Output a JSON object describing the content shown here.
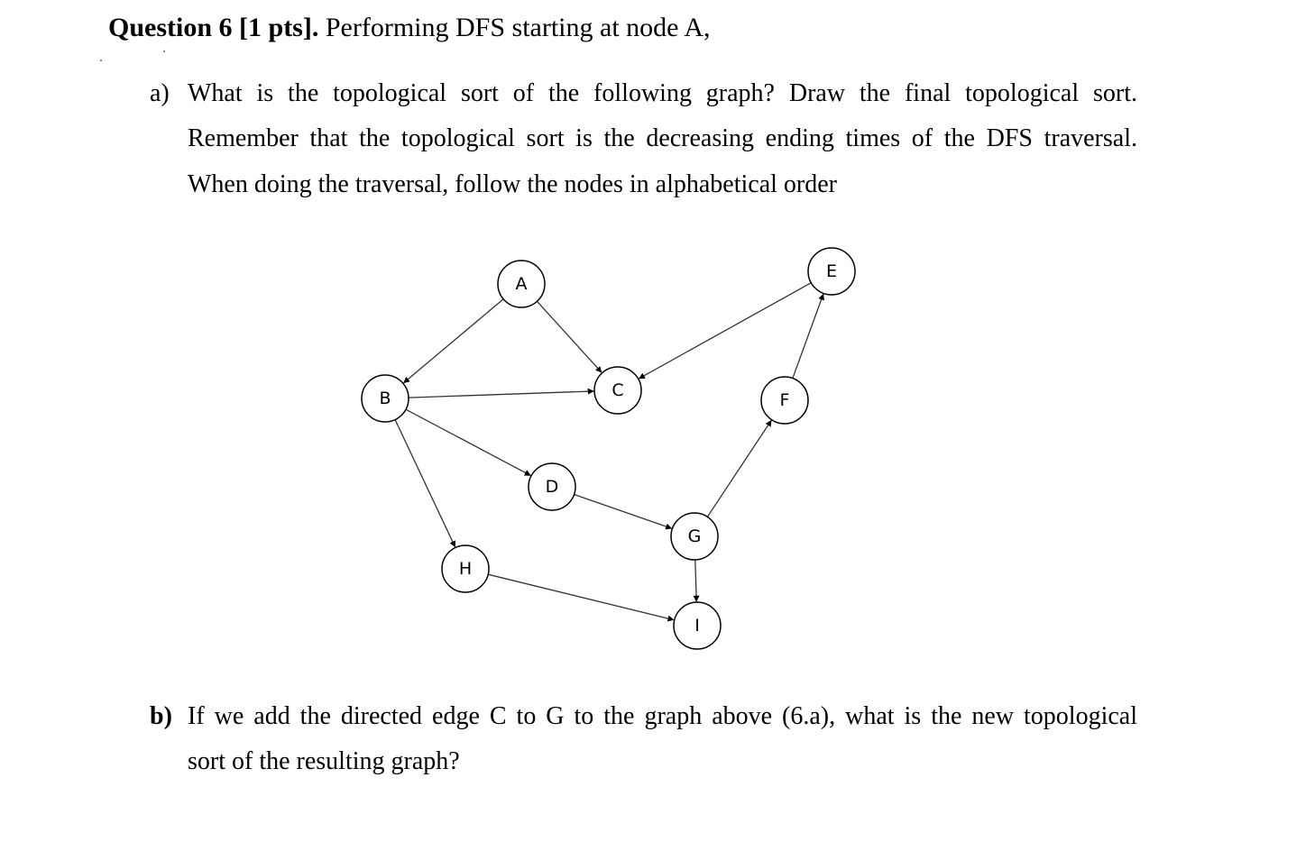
{
  "question": {
    "title_bold": "Question 6 [1 pts].",
    "title_rest": " Performing DFS starting at node A,"
  },
  "part_a": {
    "marker": "a)",
    "lines": [
      "What is the topological sort of the following graph? Draw the final topological sort.",
      "Remember that the topological sort is the decreasing ending times of the DFS traversal.",
      "When doing the traversal, follow the nodes in alphabetical order"
    ]
  },
  "graph": {
    "nodes": [
      {
        "id": "A",
        "label": "A"
      },
      {
        "id": "B",
        "label": "B"
      },
      {
        "id": "C",
        "label": "C"
      },
      {
        "id": "D",
        "label": "D"
      },
      {
        "id": "E",
        "label": "E"
      },
      {
        "id": "F",
        "label": "F"
      },
      {
        "id": "G",
        "label": "G"
      },
      {
        "id": "H",
        "label": "H"
      },
      {
        "id": "I",
        "label": "I"
      }
    ],
    "edges": [
      {
        "from": "A",
        "to": "B"
      },
      {
        "from": "A",
        "to": "C"
      },
      {
        "from": "B",
        "to": "C"
      },
      {
        "from": "B",
        "to": "D"
      },
      {
        "from": "B",
        "to": "H"
      },
      {
        "from": "D",
        "to": "G"
      },
      {
        "from": "E",
        "to": "C"
      },
      {
        "from": "F",
        "to": "E"
      },
      {
        "from": "G",
        "to": "F"
      },
      {
        "from": "G",
        "to": "I"
      },
      {
        "from": "H",
        "to": "I"
      }
    ]
  },
  "part_b": {
    "marker": "b)",
    "lines": [
      "If we add the directed edge C to G to the graph above (6.a), what is the new topological",
      "sort of the resulting graph?"
    ]
  }
}
